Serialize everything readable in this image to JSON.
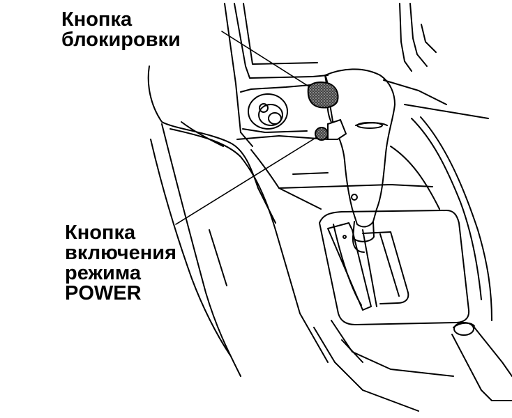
{
  "callouts": {
    "lock_button": {
      "lines": [
        "Кнопка",
        "блокировки"
      ]
    },
    "power_button": {
      "lines": [
        "Кнопка",
        "включения",
        "режима",
        "POWER"
      ]
    }
  },
  "colors": {
    "ink": "#000000",
    "paper": "#ffffff",
    "button_fill": "#555555"
  },
  "icons": {
    "lock_button": "lock-button-icon",
    "power_button": "power-button-icon"
  }
}
